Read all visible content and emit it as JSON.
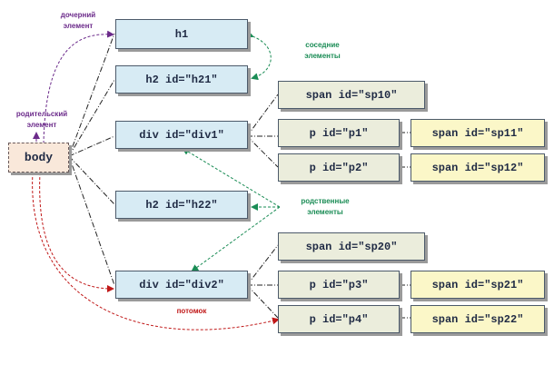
{
  "nodes": {
    "body": "body",
    "h1": "h1",
    "h21": "h2 id=\"h21\"",
    "div1": "div id=\"div1\"",
    "h22": "h2 id=\"h22\"",
    "div2": "div id=\"div2\"",
    "sp10": "span id=\"sp10\"",
    "p1": "p id=\"p1\"",
    "sp11": "span id=\"sp11\"",
    "p2": "p id=\"p2\"",
    "sp12": "span id=\"sp12\"",
    "sp20": "span id=\"sp20\"",
    "p3": "p id=\"p3\"",
    "sp21": "span id=\"sp21\"",
    "p4": "p id=\"p4\"",
    "sp22": "span id=\"sp22\""
  },
  "labels": {
    "child_line1": "дочерний",
    "child_line2": "элемент",
    "parent_line1": "родительский",
    "parent_line2": "элемент",
    "siblings_line1": "соседние",
    "siblings_line2": "элементы",
    "relatives_line1": "родственные",
    "relatives_line2": "элементы",
    "descendants": "потомок"
  },
  "colors": {
    "child_arrow": "#6b2a8a",
    "sibling_arrow": "#1a8c55",
    "descendant_arrow": "#c01818",
    "tree_line": "#222222"
  }
}
